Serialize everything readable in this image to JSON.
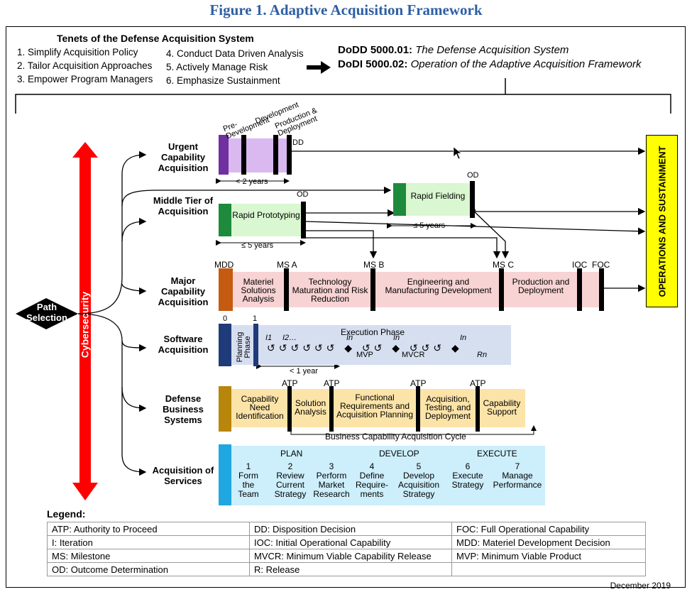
{
  "figure_title": "Figure 1.  Adaptive Acquisition Framework",
  "tenets": {
    "heading": "Tenets of the Defense Acquisition System",
    "items": [
      "1. Simplify Acquisition Policy",
      "2. Tailor Acquisition Approaches",
      "3. Empower Program Managers",
      "4. Conduct Data Driven Analysis",
      "5. Actively Manage Risk",
      "6. Emphasize Sustainment"
    ]
  },
  "policies": {
    "dodd_code": "DoDD 5000.01:",
    "dodd_title": "The Defense Acquisition System",
    "dodi_code": "DoDI 5000.02:",
    "dodi_title": "Operation of the Adaptive Acquisition Framework"
  },
  "path_selection": "Path Selection",
  "cybersecurity": "Cybersecurity",
  "operations": "OPERATIONS AND SUSTAINMENT",
  "urgent": {
    "label": "Urgent Capability Acquisition",
    "phases": [
      "Pre-Development",
      "Development",
      "Production & Deployment"
    ],
    "dd": "DD",
    "duration": "< 2 years"
  },
  "middle": {
    "label": "Middle Tier of Acquisition",
    "rp_box": "Rapid Prototyping",
    "rf_box": "Rapid Fielding",
    "od1": "OD",
    "od2": "OD",
    "dur1": "≤ 5 years",
    "dur2": "≤ 5 years"
  },
  "major": {
    "label": "Major Capability Acquisition",
    "milestones": [
      "MDD",
      "MS A",
      "MS B",
      "MS C",
      "IOC",
      "FOC"
    ],
    "phases": [
      "Materiel Solutions Analysis",
      "Technology Maturation and Risk Reduction",
      "Engineering and Manufacturing Development",
      "Production and Deployment"
    ]
  },
  "software": {
    "label": "Software Acquisition",
    "zero": "0",
    "one": "1",
    "planning": "Planning Phase",
    "execution": "Execution Phase",
    "i1": "I1",
    "i2": "I2…",
    "in": "In",
    "mvp": "MVP",
    "mvcr": "MVCR",
    "rn": "Rn",
    "duration": "< 1 year"
  },
  "dbs": {
    "label": "Defense Business Systems",
    "atp": "ATP",
    "phases": [
      "Capability Need Identification",
      "Solution Analysis",
      "Functional Requirements and Acquisition Planning",
      "Acquisition, Testing, and Deployment",
      "Capability Support"
    ],
    "cycle": "Business Capability Acquisition Cycle"
  },
  "services": {
    "label": "Acquisition of Services",
    "headers": [
      "PLAN",
      "DEVELOP",
      "EXECUTE"
    ],
    "steps": [
      {
        "num": "1",
        "text": "Form the Team"
      },
      {
        "num": "2",
        "text": "Review Current Strategy"
      },
      {
        "num": "3",
        "text": "Perform Market Research"
      },
      {
        "num": "4",
        "text": "Define Require-ments"
      },
      {
        "num": "5",
        "text": "Develop Acquisition Strategy"
      },
      {
        "num": "6",
        "text": "Execute Strategy"
      },
      {
        "num": "7",
        "text": "Manage Performance"
      }
    ]
  },
  "legend": {
    "heading": "Legend:",
    "rows": [
      [
        "ATP: Authority to Proceed",
        "DD: Disposition Decision",
        "FOC: Full Operational Capability"
      ],
      [
        "I: Iteration",
        "IOC: Initial Operational Capability",
        "MDD: Materiel Development Decision"
      ],
      [
        "MS: Milestone",
        "MVCR: Minimum Viable Capability Release",
        "MVP: Minimum Viable Product"
      ],
      [
        "OD: Outcome Determination",
        "R: Release",
        ""
      ]
    ]
  },
  "date": "December 2019",
  "colors": {
    "title": "#2e5fa3",
    "urgent": "#7030a0",
    "urgent_light": "#d9b9ef",
    "mta": "#1e8a3c",
    "mta_light": "#d9f7d0",
    "major": "#c55a11",
    "major_light": "#f8d3d3",
    "software": "#1f3b7a",
    "software_light": "#d6dff0",
    "dbs": "#b8860b",
    "dbs_light": "#fce4a8",
    "services": "#1ea7e1",
    "services_light": "#cdeefb",
    "ops": "#ffff00",
    "cyber": "#ff0000"
  }
}
